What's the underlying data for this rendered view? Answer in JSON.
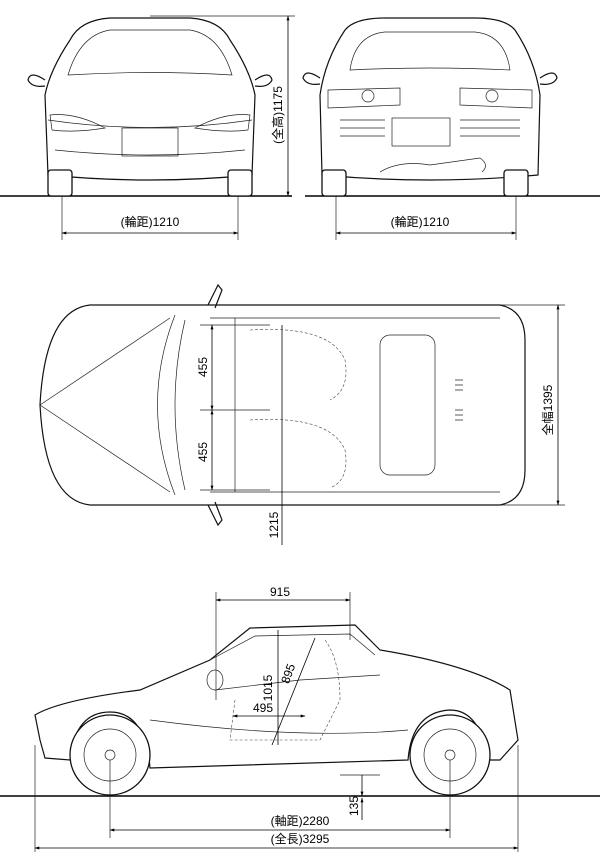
{
  "front_view": {
    "height_label": "(全高)1175",
    "track_label": "(輪距)1210"
  },
  "rear_view": {
    "track_label": "(輪距)1210"
  },
  "top_view": {
    "seat_offset_1": "455",
    "seat_offset_2": "455",
    "seat_pos": "1215",
    "width_label": "全幅1395"
  },
  "side_view": {
    "roof_len": "915",
    "seat_height": "1015",
    "seat_diag": "895",
    "seat_x": "495",
    "ground_clearance": "135",
    "wheelbase_label": "(軸距)2280",
    "length_label": "(全長)3295"
  }
}
